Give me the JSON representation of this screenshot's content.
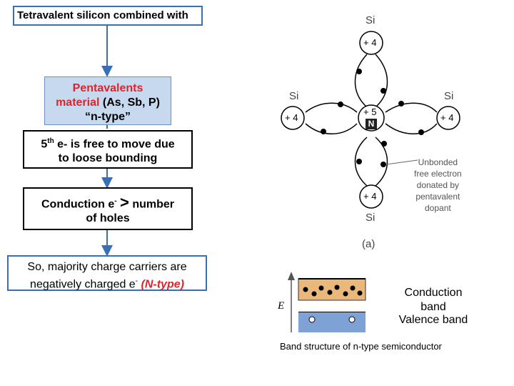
{
  "flow": {
    "box1": "Tetravalent silicon combined with",
    "box2": {
      "line1": "Pentavalents",
      "line2_a": "material",
      "line2_b": "(As, Sb, P)",
      "line3": "“n-type”"
    },
    "box3": {
      "num": "5",
      "sup": "th",
      "text1": "e- is free to move due",
      "text2": "to loose bounding"
    },
    "box4": {
      "a": "Conduction e",
      "sup": "-",
      "gt": ">",
      "b": "number",
      "c": "of holes"
    },
    "box5": {
      "line1": "So, majority charge carriers are",
      "line2_a": "negatively charged e",
      "sup": "-",
      "line2_b": "(N-type)"
    }
  },
  "lattice": {
    "si_label": "Si",
    "plus4": "+ 4",
    "plus5": "+ 5",
    "dopant": "N",
    "unbonded": [
      "Unbonded",
      "free electron",
      "donated by",
      "pentavalent",
      "dopant"
    ],
    "caption": "(a)"
  },
  "band": {
    "axis_label": "E",
    "conduction": [
      "Conduction",
      "band"
    ],
    "valence": "Valence band",
    "caption": "Band structure of n-type semiconductor",
    "colors": {
      "conduction": "#e9b87a",
      "valence": "#7ea2d6"
    }
  },
  "colors": {
    "arrow": "#3a6fb5",
    "accent_red": "#e0232b"
  }
}
